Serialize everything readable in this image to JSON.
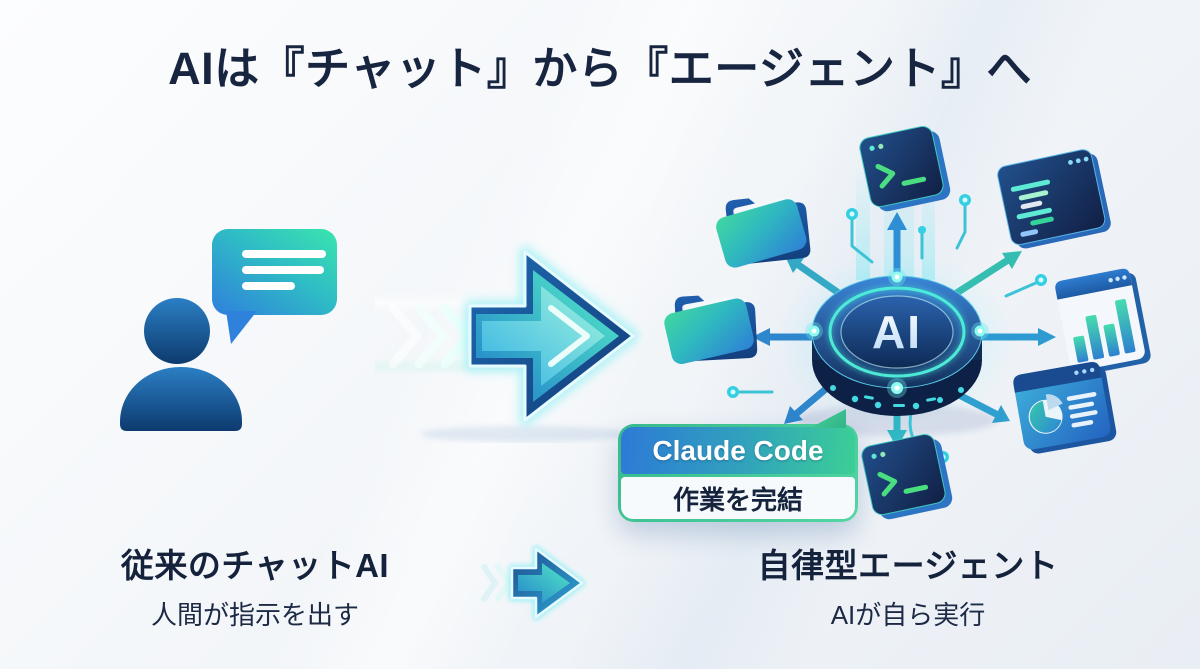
{
  "title": "AIは『チャット』から『エージェント』へ",
  "hub": {
    "label": "AI"
  },
  "badge": {
    "title": "Claude Code",
    "subtitle": "作業を完結"
  },
  "before": {
    "title": "従来のチャットAI",
    "subtitle": "人間が指示を出す"
  },
  "after": {
    "title": "自律型エージェント",
    "subtitle": "AIが自ら実行"
  },
  "icon_names": [
    "user-icon",
    "chat-bubble-icon",
    "transform-arrow-icon",
    "ai-hub-icon",
    "folder-icon",
    "terminal-icon",
    "code-window-icon",
    "bar-chart-window-icon",
    "pie-chart-window-icon",
    "small-arrow-icon"
  ],
  "colors": {
    "background": "#f3f6f9",
    "title_text": "#182540",
    "accent_teal": "#3ad0a4",
    "accent_blue": "#2e7fd0",
    "navy": "#122c54",
    "badge_green": "#3bcf96",
    "badge_blue": "#2d7ad6"
  }
}
